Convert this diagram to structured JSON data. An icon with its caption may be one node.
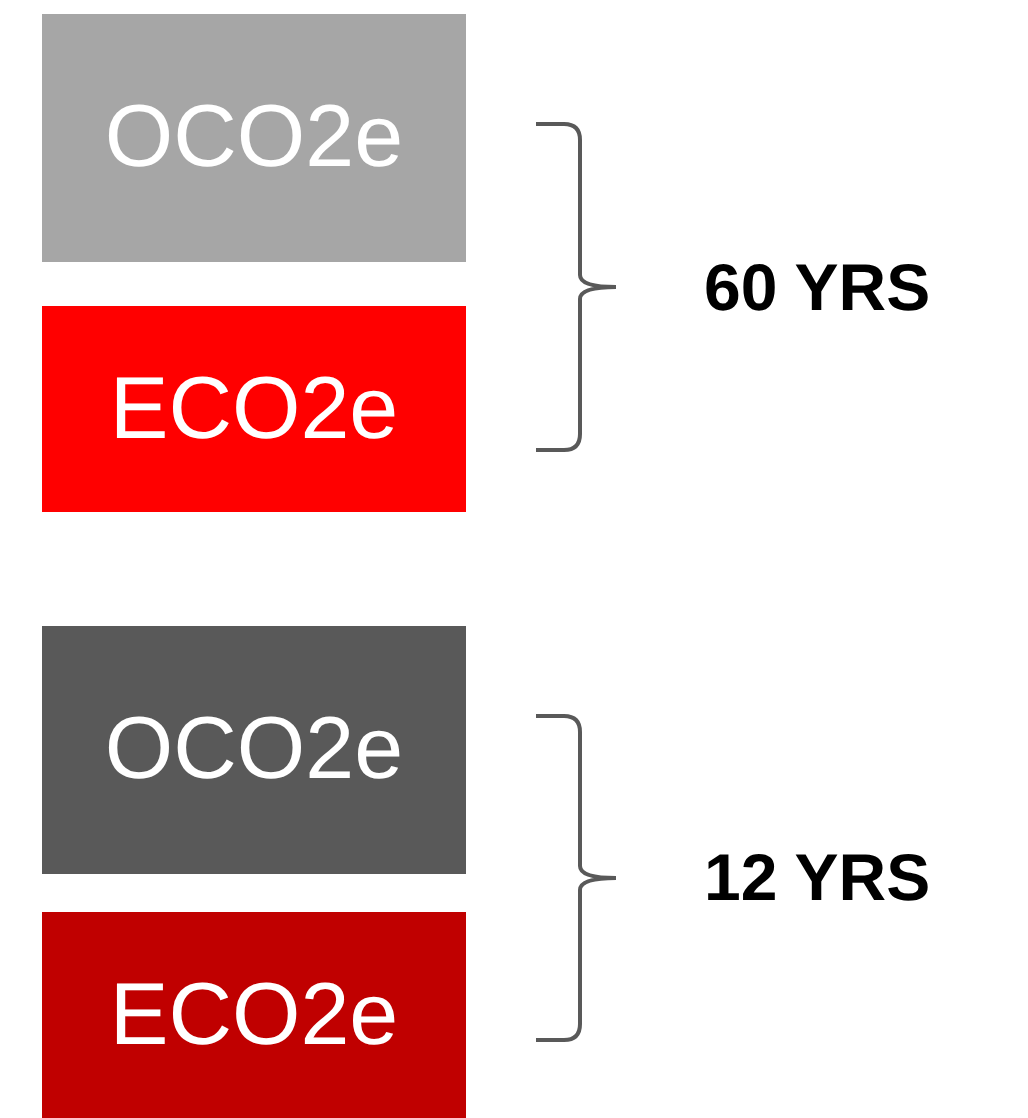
{
  "diagram": {
    "nodes": [
      {
        "text": [
          "OCO2e"
        ]
      },
      {
        "text": [
          "ECO2e"
        ]
      },
      {
        "text": [
          "OCO2e"
        ]
      },
      {
        "text": [
          "ECO2e"
        ]
      }
    ],
    "labels": [
      "60 YRS",
      "12 YRS"
    ]
  }
}
